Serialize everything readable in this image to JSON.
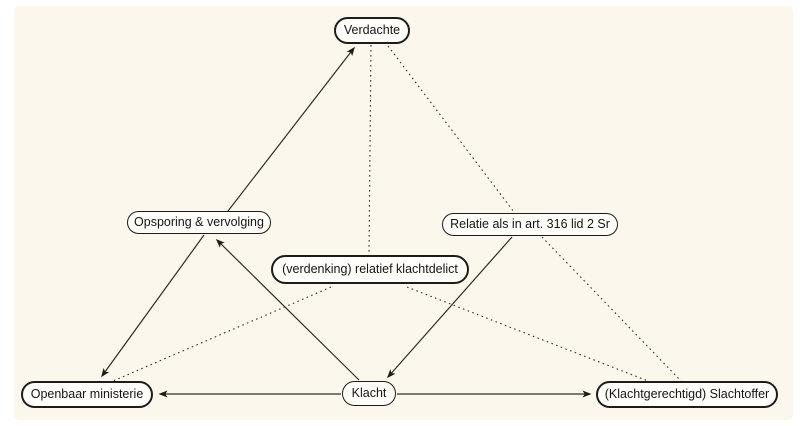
{
  "diagram": {
    "background_color": "#fbf7ec",
    "line_color": "#2e2c28",
    "node_border_color": "#1e1c19",
    "nodes": [
      {
        "id": "verdachte",
        "label": "Verdachte",
        "emphasis": "bold-border"
      },
      {
        "id": "opsporing",
        "label": "Opsporing & vervolging",
        "emphasis": "normal"
      },
      {
        "id": "relatie",
        "label": "Relatie als in art. 316 lid 2 Sr",
        "emphasis": "normal"
      },
      {
        "id": "verdenking",
        "label": "(verdenking) relatief klachtdelict",
        "emphasis": "bold-border"
      },
      {
        "id": "om",
        "label": "Openbaar ministerie",
        "emphasis": "bold-border"
      },
      {
        "id": "klacht",
        "label": "Klacht",
        "emphasis": "normal"
      },
      {
        "id": "slachtoffer",
        "label": "(Klachtgerechtigd) Slachtoffer",
        "emphasis": "bold-border"
      }
    ],
    "edges": [
      {
        "from": "opsporing",
        "to": "verdachte",
        "line": "solid",
        "arrow": "to"
      },
      {
        "from": "verdachte",
        "to": "verdenking",
        "line": "dotted",
        "arrow": "none"
      },
      {
        "from": "verdachte",
        "to": "relatie",
        "line": "dotted",
        "arrow": "none"
      },
      {
        "from": "relatie",
        "to": "slachtoffer",
        "line": "dotted",
        "arrow": "none"
      },
      {
        "from": "klacht",
        "to": "opsporing",
        "line": "solid",
        "arrow": "to"
      },
      {
        "from": "opsporing",
        "to": "om",
        "line": "solid",
        "arrow": "to"
      },
      {
        "from": "relatie",
        "to": "klacht",
        "line": "solid",
        "arrow": "to"
      },
      {
        "from": "verdenking",
        "to": "om",
        "line": "dotted",
        "arrow": "none"
      },
      {
        "from": "verdenking",
        "to": "slachtoffer",
        "line": "dotted",
        "arrow": "none"
      },
      {
        "from": "klacht",
        "to": "om",
        "line": "solid",
        "arrow": "to"
      },
      {
        "from": "klacht",
        "to": "slachtoffer",
        "line": "solid",
        "arrow": "to"
      }
    ]
  }
}
